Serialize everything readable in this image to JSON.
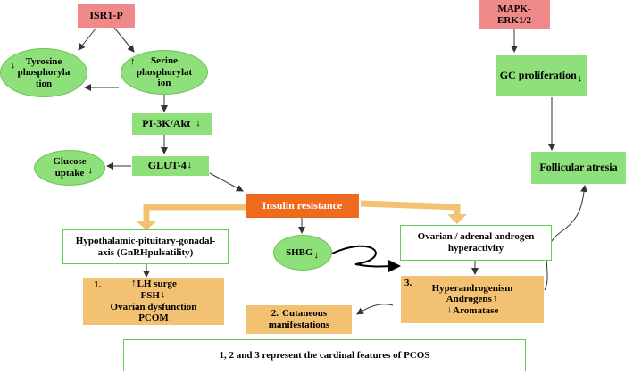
{
  "nodes": {
    "isr1p": "ISR1-P",
    "tyrosine": [
      "Tyrosine",
      "phosphoryla",
      "tion"
    ],
    "serine": [
      "Serine",
      "phosphorylat",
      "ion"
    ],
    "pi3k": "PI-3K/Akt",
    "glucose": [
      "Glucose",
      "uptake"
    ],
    "glut4": "GLUT-4",
    "insulin": "Insulin resistance",
    "mapk": [
      "MAPK-",
      "ERK1/2"
    ],
    "gc": "GC proliferation",
    "atresia": "Follicular atresia",
    "hpg": [
      "Hypothalamic-pituitary-gonadal-",
      "axis (GnRHpulsatility)"
    ],
    "shbg": "SHBG",
    "ovarian_adrenal": [
      "Ovarian / adrenal androgen",
      "hyperactivity"
    ],
    "box1_num": "1.",
    "box1": [
      "LH surge",
      "FSH",
      "Ovarian dysfunction",
      "PCOM"
    ],
    "box2_num": "2.",
    "box2": [
      "Cutaneous",
      "manifestations"
    ],
    "box3_num": "3.",
    "box3": [
      "Hyperandrogenism",
      "Androgens",
      "Aromatase"
    ],
    "caption": "1, 2 and 3 represent the cardinal features of PCOS"
  },
  "indicators": {
    "down": "↓",
    "up": "↑"
  },
  "colors": {
    "pink": "#f08a8a",
    "green": "#8ee07a",
    "orange": "#f2c272",
    "red": "#f06a1e",
    "outline": "#5fcf4f"
  }
}
